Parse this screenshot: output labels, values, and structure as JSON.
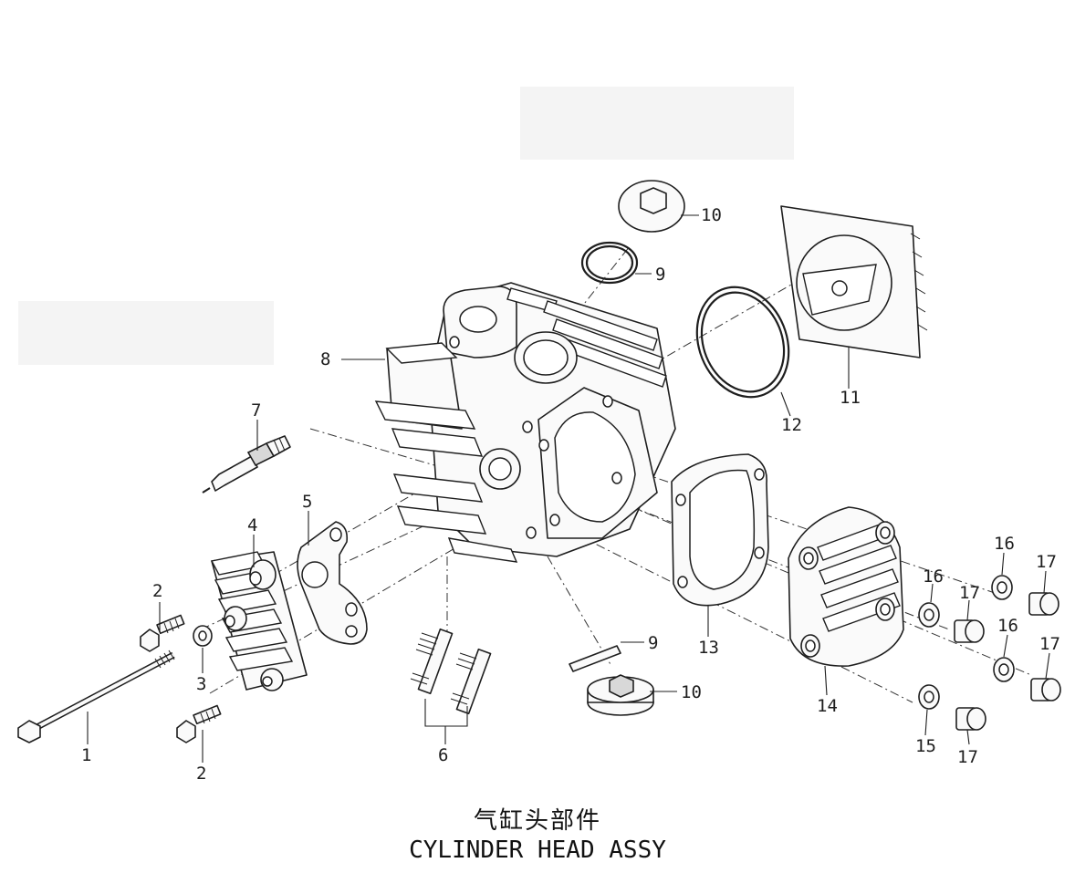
{
  "diagram": {
    "title_cn": "气缸头部件",
    "title_en": "CYLINDER HEAD ASSY",
    "callouts": [
      {
        "id": "c1",
        "label": "1"
      },
      {
        "id": "c2a",
        "label": "2"
      },
      {
        "id": "c2b",
        "label": "2"
      },
      {
        "id": "c3",
        "label": "3"
      },
      {
        "id": "c4",
        "label": "4"
      },
      {
        "id": "c5",
        "label": "5"
      },
      {
        "id": "c6",
        "label": "6"
      },
      {
        "id": "c7",
        "label": "7"
      },
      {
        "id": "c8",
        "label": "8"
      },
      {
        "id": "c9a",
        "label": "9"
      },
      {
        "id": "c9b",
        "label": "9"
      },
      {
        "id": "c10a",
        "label": "10"
      },
      {
        "id": "c10b",
        "label": "10"
      },
      {
        "id": "c11",
        "label": "11"
      },
      {
        "id": "c12",
        "label": "12"
      },
      {
        "id": "c13",
        "label": "13"
      },
      {
        "id": "c14",
        "label": "14"
      },
      {
        "id": "c15",
        "label": "15"
      },
      {
        "id": "c16a",
        "label": "16"
      },
      {
        "id": "c16b",
        "label": "16"
      },
      {
        "id": "c16c",
        "label": "16"
      },
      {
        "id": "c17a",
        "label": "17"
      },
      {
        "id": "c17b",
        "label": "17"
      },
      {
        "id": "c17c",
        "label": "17"
      },
      {
        "id": "c17d",
        "label": "17"
      }
    ]
  }
}
